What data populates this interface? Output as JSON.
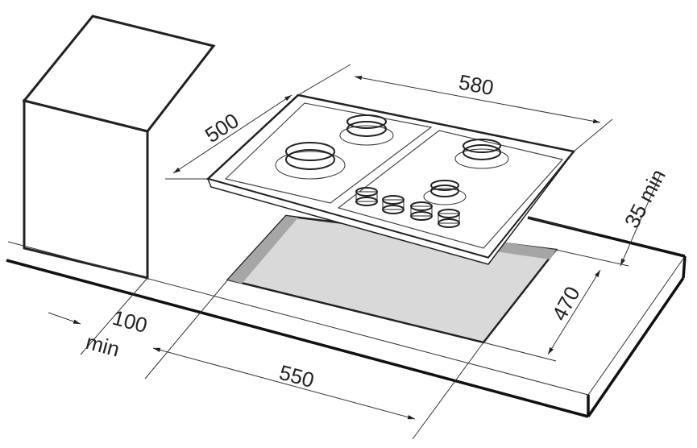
{
  "title": "Gas hob built-in installation dimensions",
  "dimensions": {
    "hob_width": "580",
    "hob_depth": "500",
    "rear_clearance": "35 min",
    "cutout_depth": "470",
    "cutout_width": "550",
    "side_clearance_value": "100",
    "side_clearance_unit": "min"
  },
  "colors": {
    "cutout_fill": "#d9d9d9",
    "cutout_edge": "#a6a6a6",
    "line": "#222222"
  }
}
